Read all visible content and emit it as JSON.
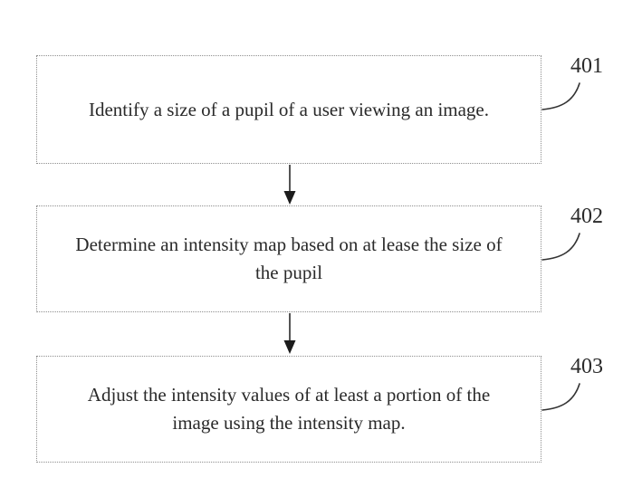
{
  "figure": {
    "background_color": "#ffffff",
    "ink_color": "#2a2a2a",
    "box_border_color": "#8f8f8f",
    "boxes": [
      {
        "ref": "401",
        "lines": [
          "Identify a size of a pupil of a user viewing an image."
        ]
      },
      {
        "ref": "402",
        "lines": [
          "Determine an intensity map based on at lease the size of",
          "the pupil"
        ]
      },
      {
        "ref": "403",
        "lines": [
          "Adjust the intensity values of at least a portion of the",
          "image using the intensity map."
        ]
      }
    ]
  }
}
